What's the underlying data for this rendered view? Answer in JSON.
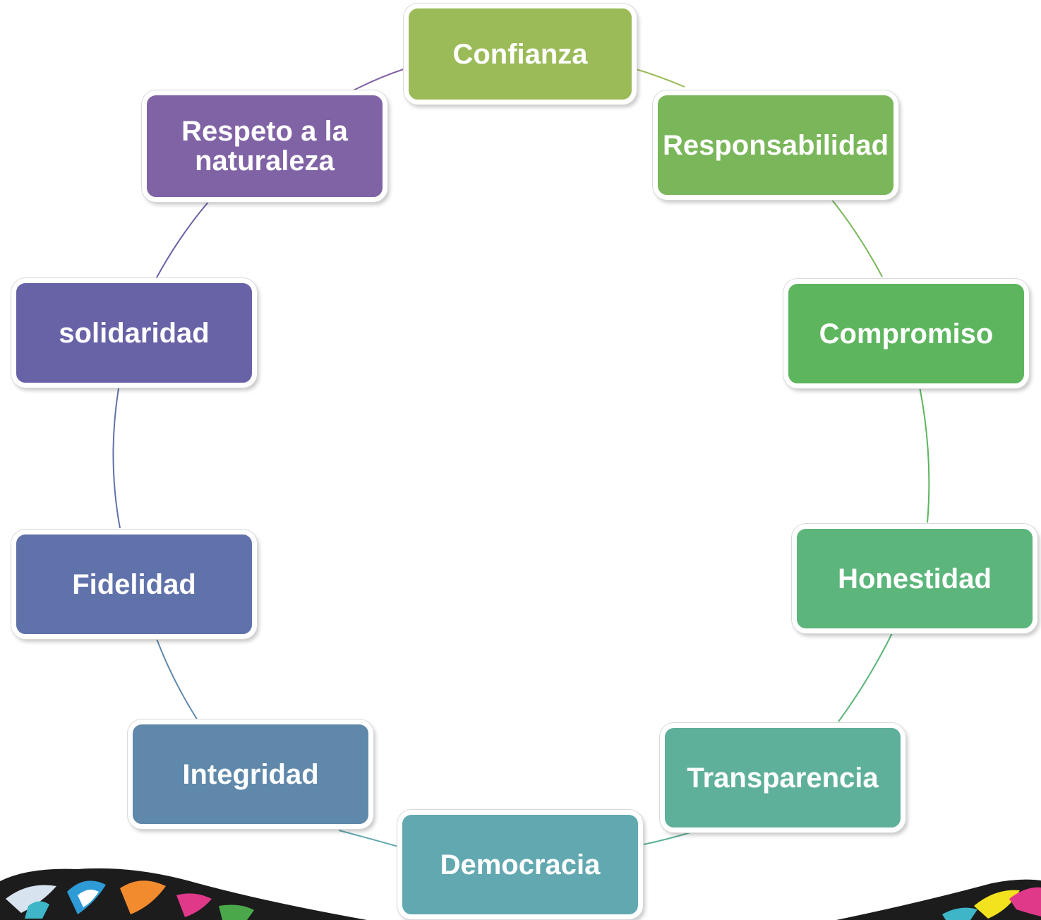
{
  "diagram": {
    "type": "cycle",
    "nodes": [
      {
        "id": "confianza",
        "label": "Confianza",
        "color": "#9bbb59"
      },
      {
        "id": "responsabilidad",
        "label": "Responsabilidad",
        "color": "#7ab65a"
      },
      {
        "id": "compromiso",
        "label": "Compromiso",
        "color": "#5db55e"
      },
      {
        "id": "honestidad",
        "label": "Honestidad",
        "color": "#5cb57b"
      },
      {
        "id": "transparencia",
        "label": "Transparencia",
        "color": "#5fb09a"
      },
      {
        "id": "democracia",
        "label": "Democracia",
        "color": "#62a8b0"
      },
      {
        "id": "integridad",
        "label": "Integridad",
        "color": "#5f88ab"
      },
      {
        "id": "fidelidad",
        "label": "Fidelidad",
        "color": "#6072aa"
      },
      {
        "id": "solidaridad",
        "label": "solidaridad",
        "color": "#6862a6"
      },
      {
        "id": "respeto",
        "label": "Respeto a la naturaleza",
        "color": "#8063a5"
      }
    ]
  }
}
